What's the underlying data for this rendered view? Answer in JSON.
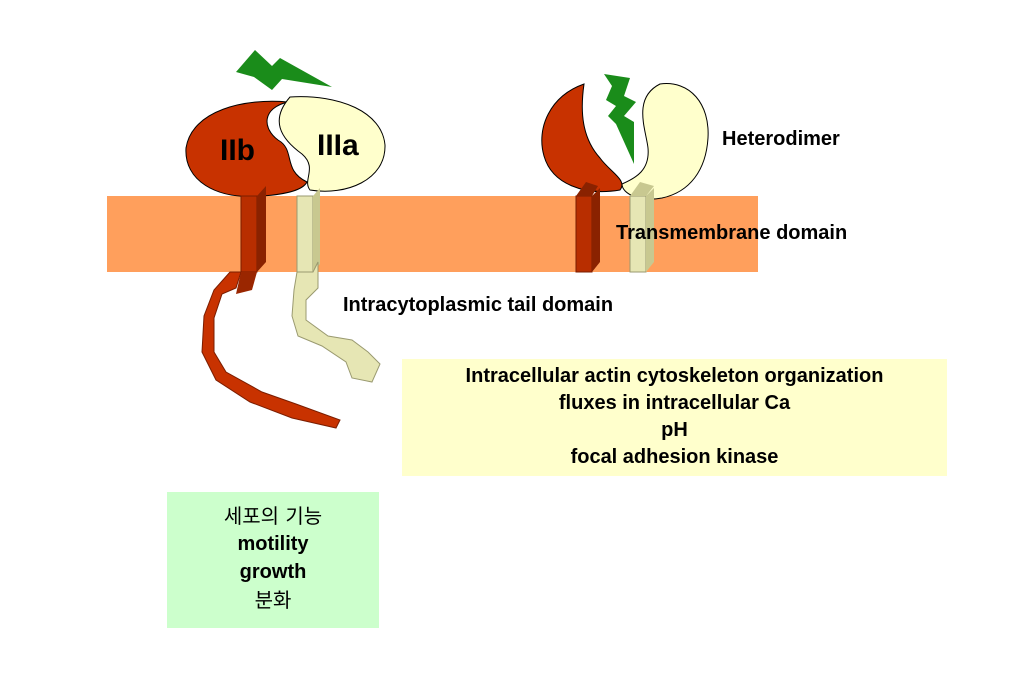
{
  "labels": {
    "subunit_b": "IIb",
    "subunit_a": "IIIa",
    "heterodimer": "Heterodimer",
    "transmembrane": "Transmembrane domain",
    "tail": "Intracytoplasmic tail domain"
  },
  "signaling_box": {
    "lines": [
      "Intracellular actin cytoskeleton organization",
      "fluxes in intracellular Ca",
      "pH",
      "focal adhesion kinase"
    ]
  },
  "cellular_box": {
    "lines": [
      "세포의 기능",
      "motility",
      "growth",
      "분화"
    ]
  },
  "colors": {
    "membrane": "#ff9f5c",
    "subunit_b": "#c83200",
    "subunit_a": "#ffffcc",
    "tail_a": "#e6e6b4",
    "lightning": "#1a8c1a",
    "signaling_box": "#ffffcc",
    "cellular_box": "#ccffcc"
  }
}
